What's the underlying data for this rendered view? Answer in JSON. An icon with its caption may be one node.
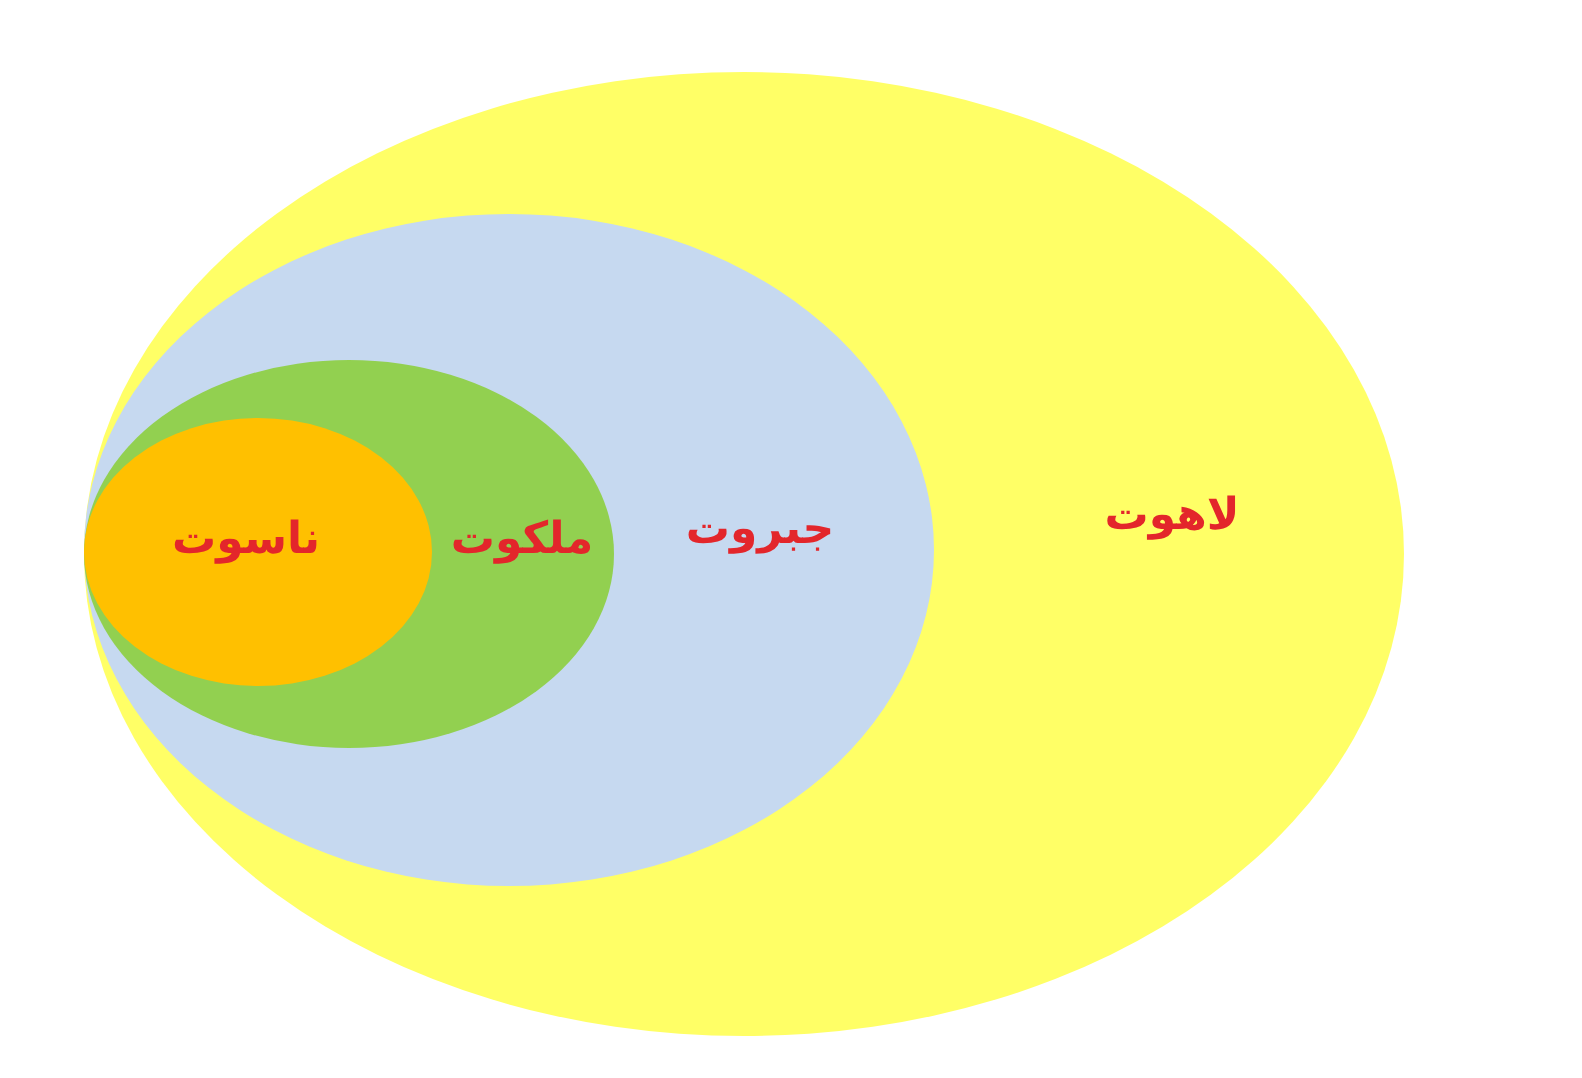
{
  "diagram": {
    "nodes": [
      {
        "text": [
          "لاهوت"
        ]
      },
      {
        "text": [
          "جبروت"
        ],
        "in": 0
      },
      {
        "text": [
          "ملکوت"
        ],
        "in": 1
      },
      {
        "text": [
          "ناسوت"
        ],
        "in": 2
      }
    ]
  }
}
